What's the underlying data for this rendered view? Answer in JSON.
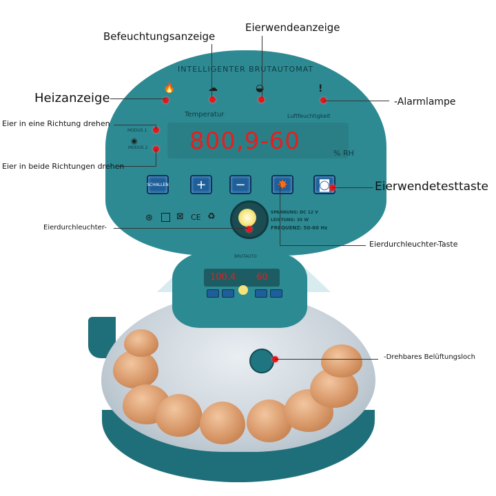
{
  "panel": {
    "title": "INTELLIGENTER BRUTAUTOMAT",
    "temp_label": "Temperatur",
    "hum_label": "Luftfeuchtigkeit",
    "mode1": "MODUS 1",
    "mode2": "MODUS 2",
    "display_value": "800,9-60",
    "unit": "% RH",
    "button_text": "SCHALLEN",
    "spec_voltage": "SPANNUNG: DC 12 V",
    "spec_power": "LEISTUNG: 35 W",
    "spec_freq": "FREQUENZ: 50-60 Hz",
    "cert_ce": "CE"
  },
  "labels": {
    "humidification": "Befeuchtungsanzeige",
    "egg_turn_indicator": "Eierwendeanzeige",
    "heating": "Heizanzeige",
    "alarm": "-Alarmlampe",
    "one_direction": "Eier in eine Richtung drehen",
    "both_directions": "Eier in beide Richtungen drehen",
    "egg_turn_test": "Eierwendetesttaste",
    "candler": "Eierdurchleuchter-",
    "candler_button": "Eierdurchleuchter-Taste",
    "vent": "-Drehbares Belüftungsloch"
  },
  "top_unit": {
    "title": "BRUTAUTO",
    "temp": "100.4",
    "hum": "60"
  },
  "colors": {
    "panel": "#2d8a93",
    "indicator": "#e8151a",
    "button": "#1f5f99",
    "display_text": "#e41f1f"
  },
  "icons": [
    "flame-icon",
    "cloud-icon",
    "egg-turn-icon",
    "alarm-icon",
    "eye-icon",
    "plus-icon",
    "minus-icon",
    "light-icon",
    "egg-rotate-icon"
  ]
}
